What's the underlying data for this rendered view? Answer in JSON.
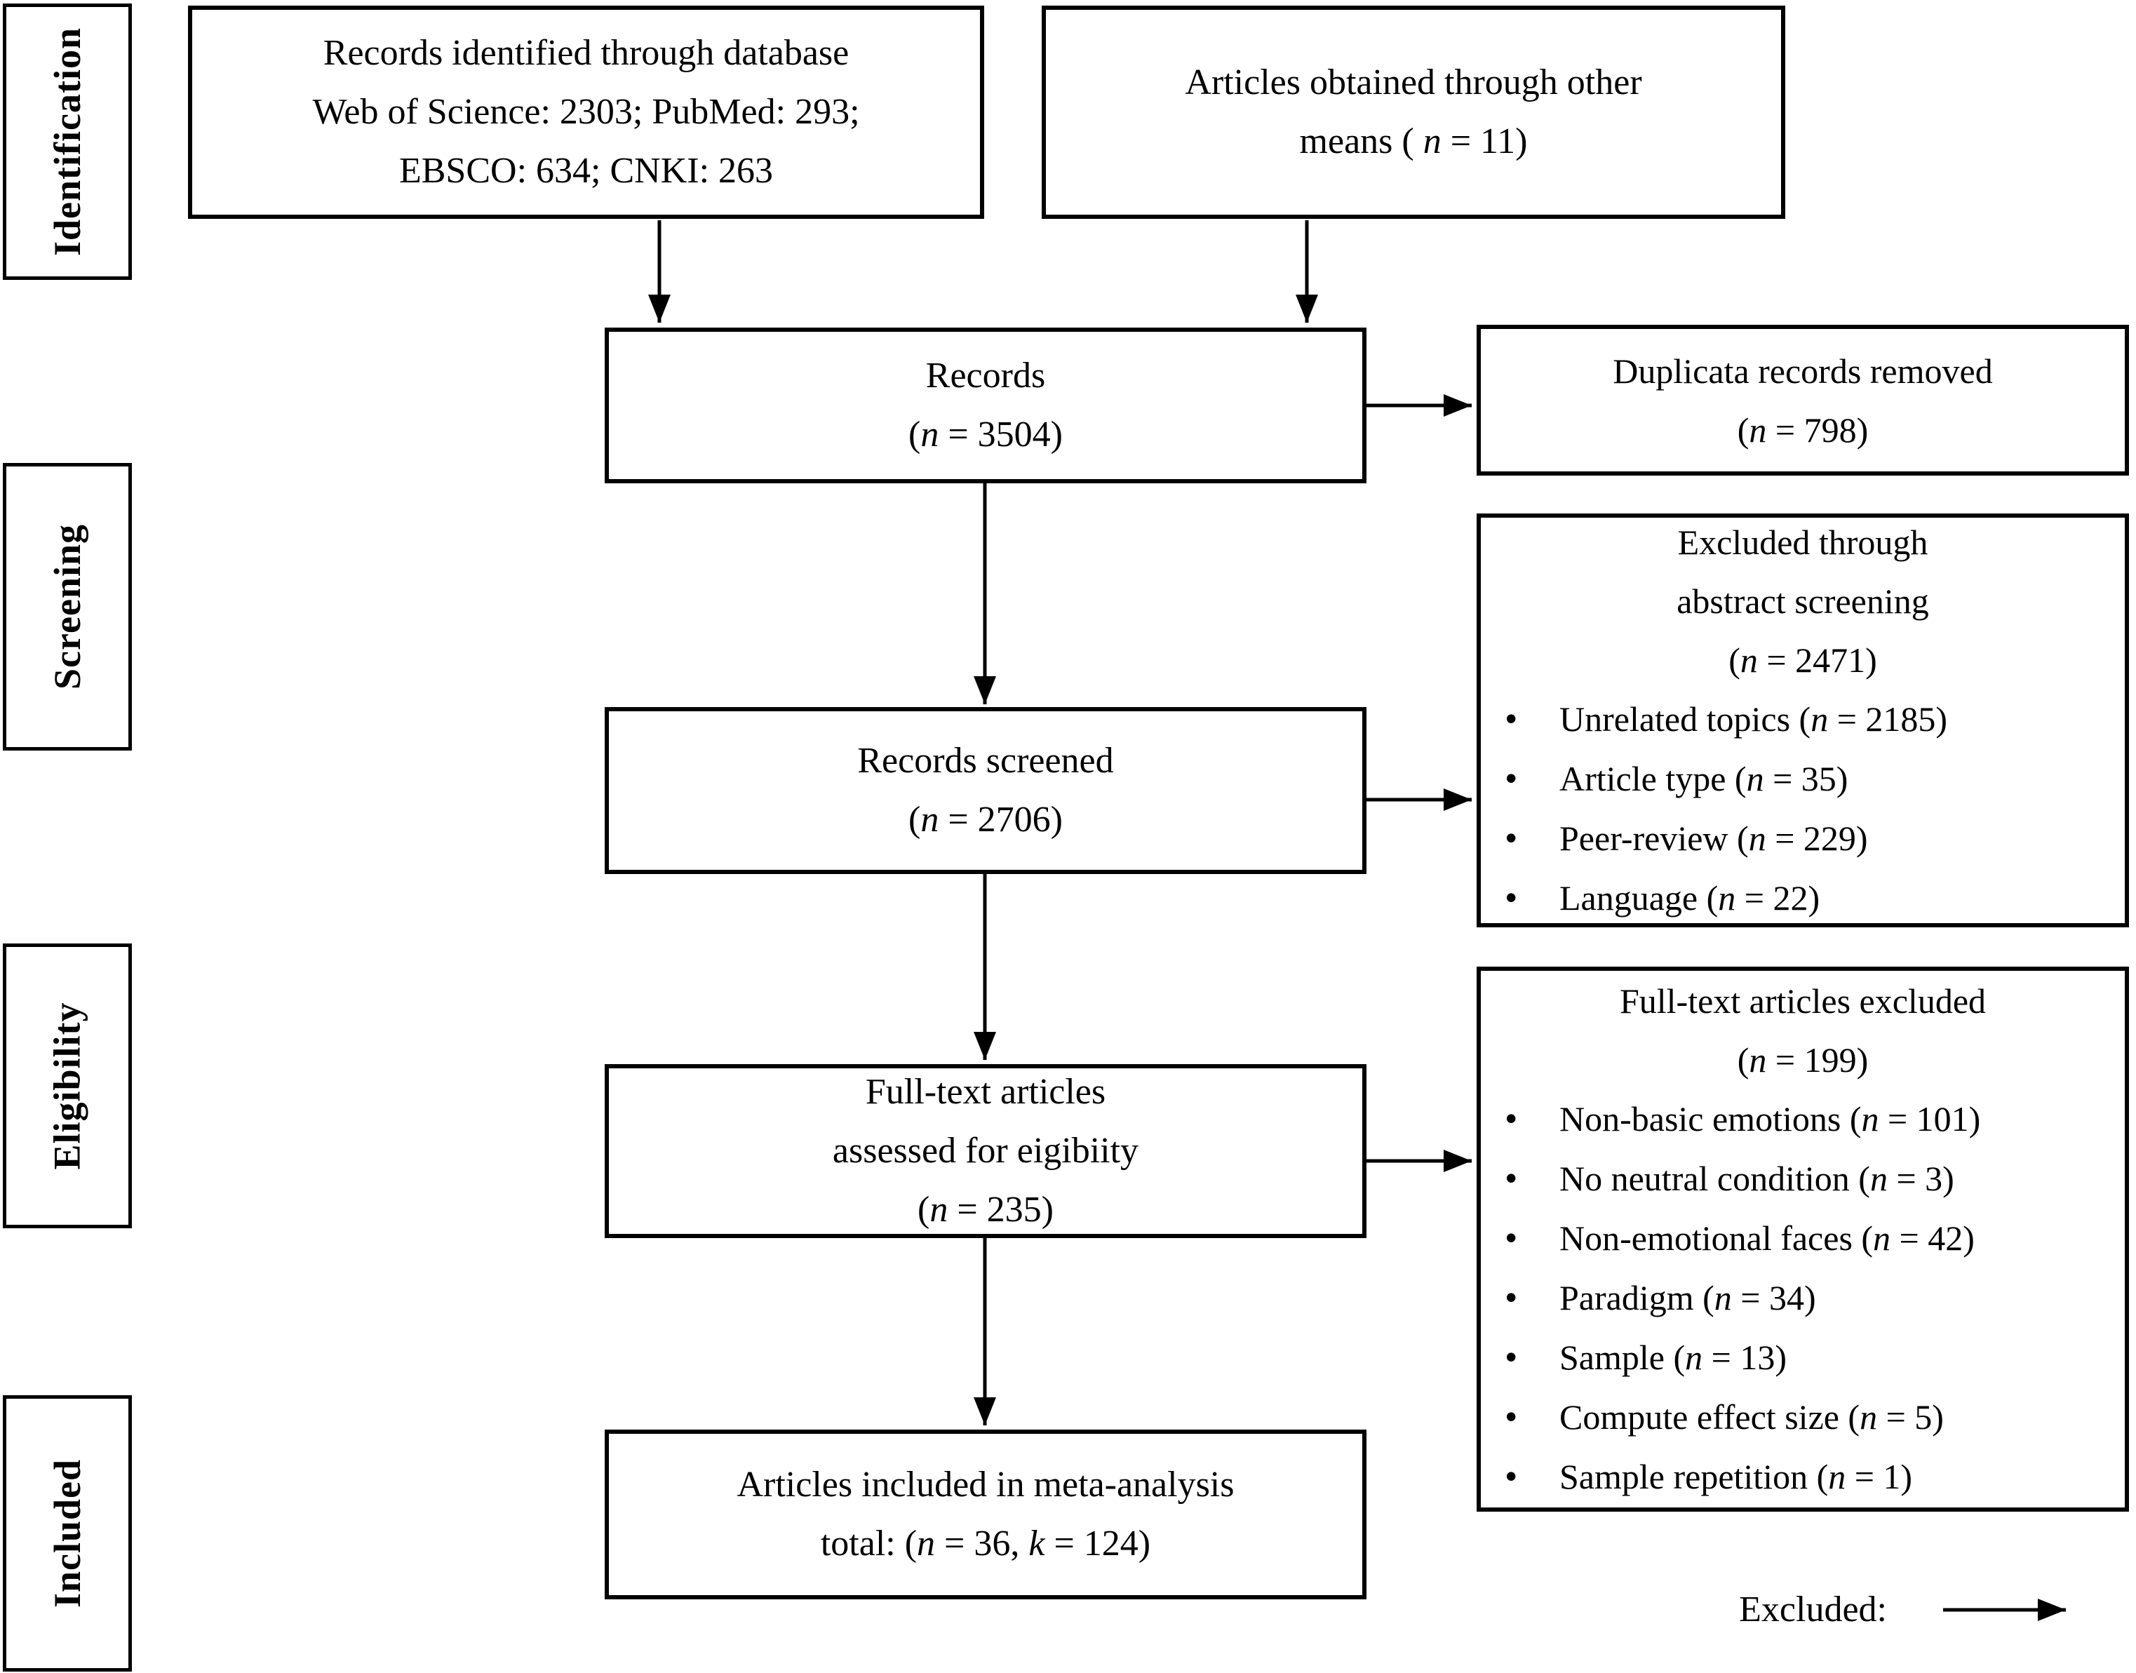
{
  "colors": {
    "ink": "#000000",
    "background": "#ffffff"
  },
  "stages": {
    "identification": "Identification",
    "screening": "Screening",
    "eligibility": "Eligibility",
    "included": "Included"
  },
  "boxes": {
    "records_identified": {
      "lines": [
        "Records identified through database",
        "Web of Science: 2303; PubMed: 293;",
        "EBSCO: 634; CNKI: 263"
      ]
    },
    "other_means": {
      "lines": [
        "Articles obtained through other",
        "means ( n = 11)"
      ]
    },
    "records": {
      "lines": [
        "Records",
        "(n = 3504)"
      ]
    },
    "duplicates_removed": {
      "lines": [
        "Duplicata records removed",
        "(n = 798)"
      ]
    },
    "records_screened": {
      "lines": [
        "Records screened",
        "(n = 2706)"
      ]
    },
    "abstract_excluded": {
      "title_lines": [
        "Excluded through",
        "abstract screening",
        "(n = 2471)"
      ],
      "items": [
        "Unrelated topics (n = 2185)",
        "Article type (n = 35)",
        "Peer-review (n = 229)",
        "Language (n = 22)"
      ]
    },
    "fulltext_assessed": {
      "lines": [
        "Full-text articles",
        "assessed for eigibiity",
        "(n = 235)"
      ]
    },
    "fulltext_excluded": {
      "title_lines": [
        "Full-text articles excluded",
        "(n = 199)"
      ],
      "items": [
        "Non-basic emotions (n = 101)",
        "No neutral condition (n = 3)",
        "Non-emotional faces (n = 42)",
        "Paradigm (n = 34)",
        "Sample (n = 13)",
        "Compute effect size (n = 5)",
        "Sample repetition (n = 1)"
      ]
    },
    "included_meta": {
      "lines": [
        "Articles included in meta-analysis",
        "total: (n = 36, k = 124)"
      ]
    }
  },
  "legend": {
    "label": "Excluded:"
  }
}
